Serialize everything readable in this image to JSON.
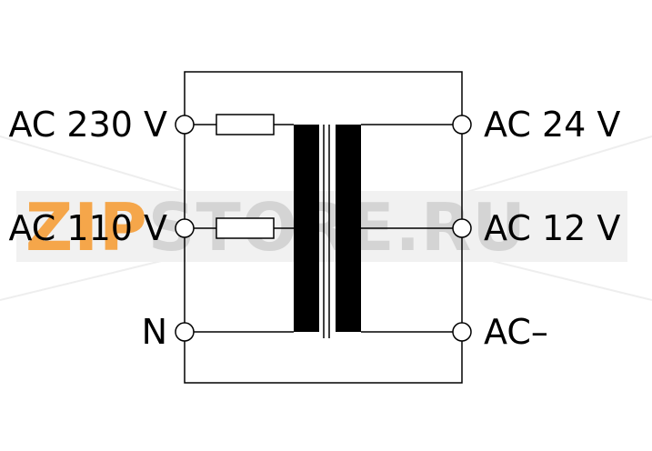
{
  "diagram": {
    "left_terminals": [
      {
        "label": "AC 230 V"
      },
      {
        "label": "AC 110 V"
      },
      {
        "label": "N"
      }
    ],
    "right_terminals": [
      {
        "label": "AC 24 V"
      },
      {
        "label": "AC 12 V"
      },
      {
        "label": "AC–"
      }
    ],
    "watermark": {
      "prefix": "ZIP",
      "suffix": "STORE.RU",
      "prefix_color": "#f5a64a",
      "suffix_color": "#d4d4d4"
    }
  }
}
